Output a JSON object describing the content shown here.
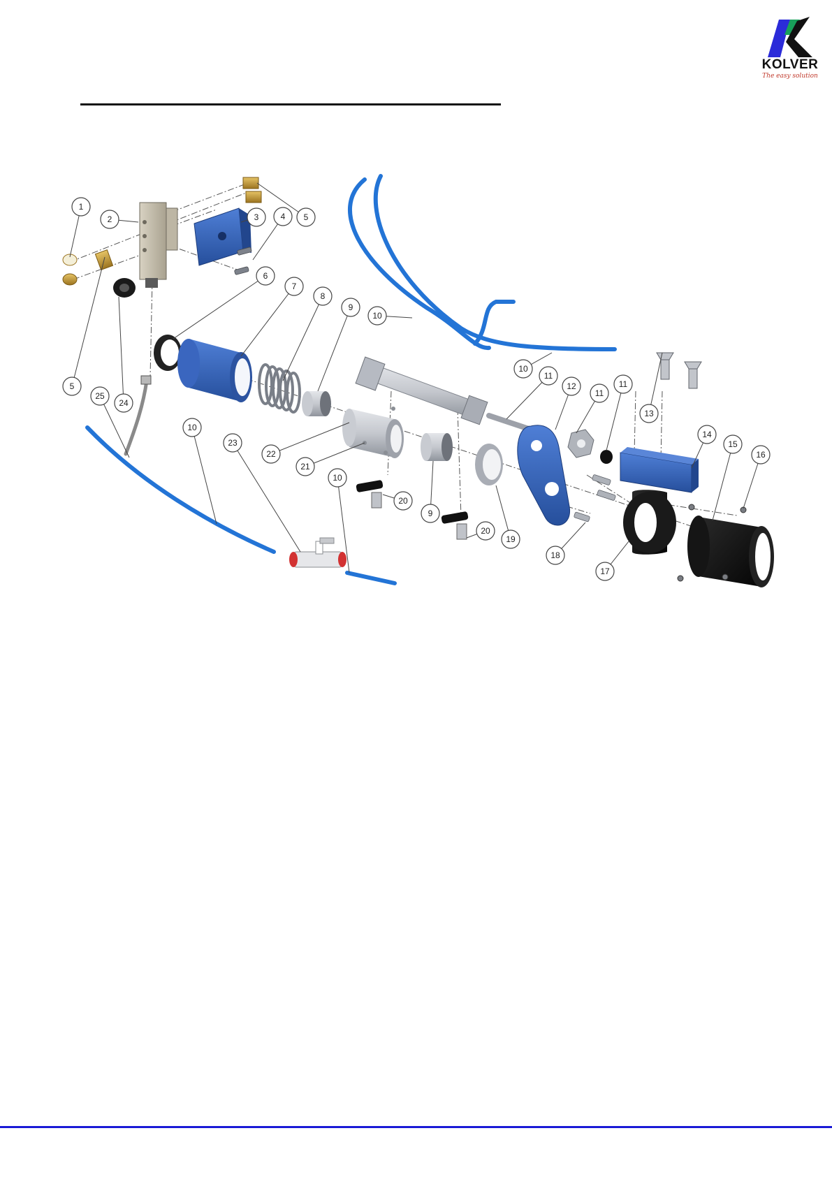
{
  "brand": {
    "name": "KOLVER",
    "tagline": "The easy solution",
    "colors": {
      "blue": "#2b2bd9",
      "green": "#18a05a",
      "dark": "#111111",
      "tagline": "#c0392b"
    }
  },
  "colors": {
    "hose": "#2374d6",
    "part_blue": "#2f5fb8",
    "brass": "#c79a32",
    "steel": "#b8bcc4",
    "black_part": "#1c1c1c",
    "footer_rule": "#1a1ad6"
  },
  "callouts": [
    "1",
    "2",
    "3",
    "4",
    "5",
    "5",
    "6",
    "7",
    "8",
    "9",
    "9",
    "10",
    "10",
    "10",
    "10",
    "11",
    "11",
    "11",
    "12",
    "13",
    "14",
    "15",
    "16",
    "17",
    "18",
    "19",
    "20",
    "20",
    "21",
    "22",
    "23",
    "24",
    "25"
  ]
}
